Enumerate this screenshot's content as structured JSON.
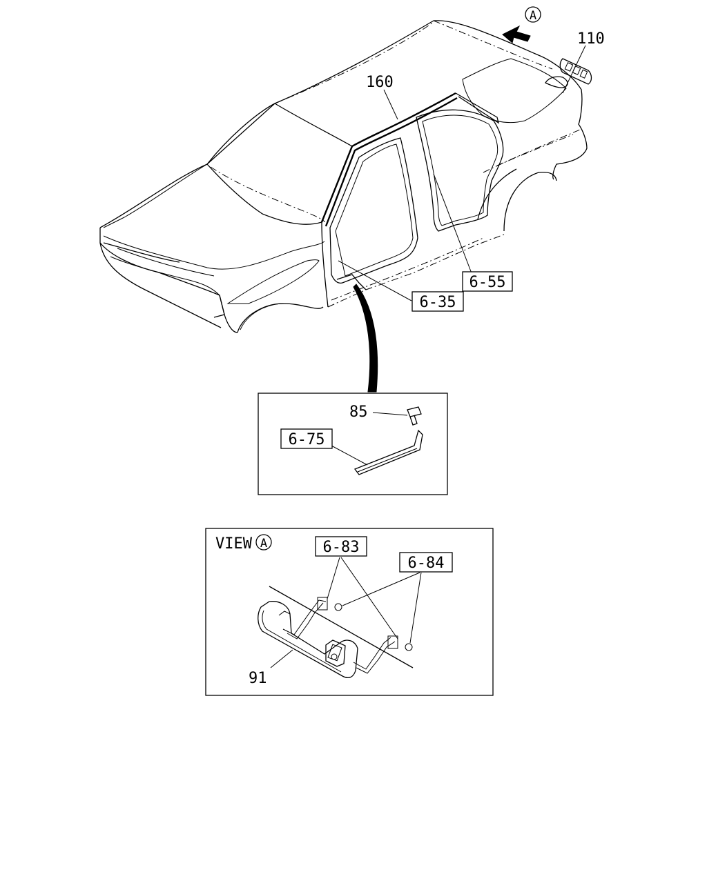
{
  "labels": {
    "view_marker": "A",
    "part_110": "110",
    "part_160": "160",
    "ref_6_55": "6-55",
    "ref_6_35": "6-35",
    "part_85": "85",
    "ref_6_75": "6-75",
    "view_title": "VIEW",
    "view_title_marker": "A",
    "ref_6_83": "6-83",
    "ref_6_84": "6-84",
    "part_91": "91"
  }
}
